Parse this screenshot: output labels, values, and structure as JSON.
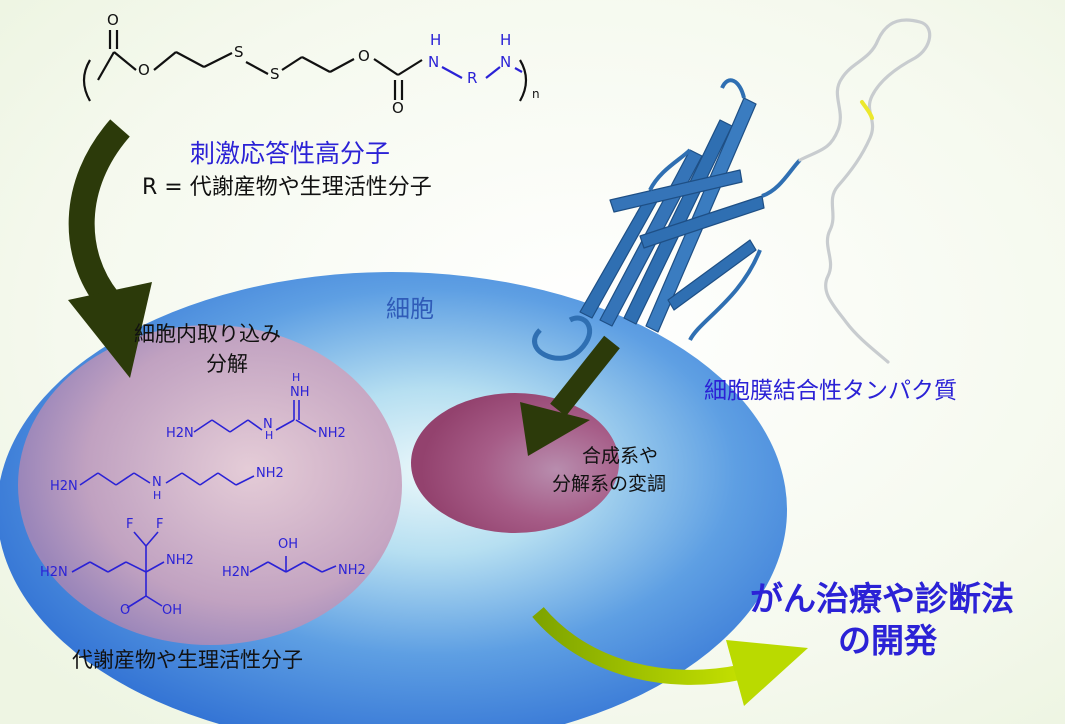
{
  "colors": {
    "cell_outer": "#3f7fd9",
    "cell_inner_light": "#e3f4f9",
    "vesicle_pink": "#c9a4bb",
    "nucleus_red": "#a85a86",
    "arrow_dark": "#2c3a0a",
    "arrow_lime": "#b7d600",
    "polymer_blue": "#2b22d6",
    "protein_blue": "#2f6fb2",
    "tail_yellow": "#ece82c"
  },
  "polymer": {
    "title": "刺激応答性高分子",
    "r_definition": "R = 代謝産物や生理活性分子",
    "atoms": {
      "o_carbonyl_1": "O",
      "o_ester_1": "O",
      "s1": "S",
      "s2": "S",
      "o_ester_2": "O",
      "o_carbonyl_2": "O",
      "n1_h": "H",
      "n1": "N",
      "r": "R",
      "n2_h": "H",
      "n2": "N",
      "subscript_n": "n"
    }
  },
  "cell": {
    "label": "細胞",
    "vesicle_label_line1": "細胞内取り込み",
    "vesicle_label_line2": "分解",
    "metabolites_label": "代謝産物や生理活性分子",
    "nucleus_label_line1": "合成系や",
    "nucleus_label_line2": "分解系の変調"
  },
  "protein": {
    "label": "細胞膜結合性タンパク質"
  },
  "outcome": {
    "line1": "がん治療や診断法",
    "line2": "の開発"
  },
  "molecules": {
    "agmatine": {
      "left_nh2": "H2N",
      "n": "N",
      "top_nh": "NH",
      "h_top": "H",
      "right_nh2": "NH2",
      "nh_h": "H"
    },
    "spermidine": {
      "left_nh2": "H2N",
      "n": "N",
      "h": "H",
      "right_nh2": "NH2"
    },
    "dfmo": {
      "f1": "F",
      "f2": "F",
      "left_nh2": "H2N",
      "nh2": "NH2",
      "o": "O",
      "oh": "OH"
    },
    "aminobutanol": {
      "oh": "OH",
      "left_nh2": "H2N",
      "right_nh2": "NH2"
    }
  }
}
